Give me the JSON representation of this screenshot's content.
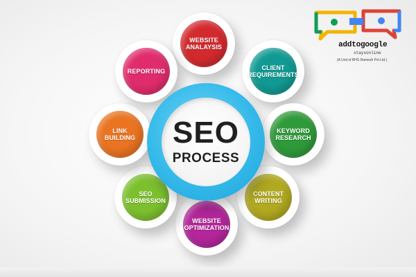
{
  "hub": {
    "line1": "SEO",
    "line2": "PROCESS",
    "ring_color": "#2fb5e8"
  },
  "petals": [
    {
      "id": "website-analysis",
      "label": "WEBSITE\nANALAYSIS",
      "color": "#d32a2e"
    },
    {
      "id": "client-requirements",
      "label": "CLIENT\nREQUIREMENTS",
      "color": "#119a93"
    },
    {
      "id": "keyword-research",
      "label": "KEYWORD\nRESEARCH",
      "color": "#2f9a3a"
    },
    {
      "id": "content-writing",
      "label": "CONTENT\nWRITING",
      "color": "#b1a920"
    },
    {
      "id": "website-optimization",
      "label": "WEBSITE\nOPTIMIZATION",
      "color": "#b3279b"
    },
    {
      "id": "seo-submission",
      "label": "SEO\nSUBMISSION",
      "color": "#7cc02e"
    },
    {
      "id": "link-building",
      "label": "LINK\nBUILDING",
      "color": "#ea7422"
    },
    {
      "id": "reporting",
      "label": "REPORTING",
      "color": "#e02c6c"
    }
  ],
  "logo": {
    "name": "addtogoogle",
    "tagline": "staysonline",
    "subtitle": "(A Unit of BHS Ramesh Pvt Ltd.)",
    "colors": [
      "#f4b400",
      "#0f9d58",
      "#db4437",
      "#4285f4"
    ]
  }
}
